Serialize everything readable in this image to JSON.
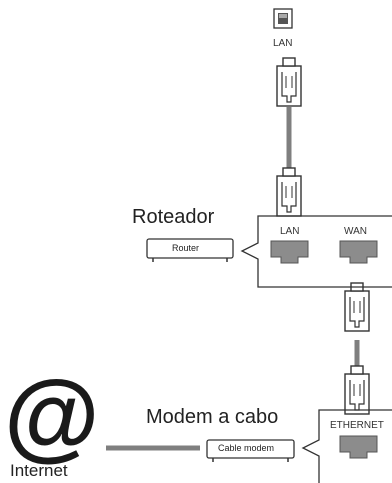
{
  "labels": {
    "lan_top": "LAN",
    "router_title": "Roteador",
    "router_box": "Router",
    "router_lan": "LAN",
    "router_wan": "WAN",
    "modem_title": "Modem a cabo",
    "modem_box": "Cable modem",
    "ethernet": "ETHERNET",
    "internet_symbol": "@",
    "internet": "Internet"
  },
  "icons": {
    "top_port": "lan-port-icon",
    "connector": "rj45-connector-icon",
    "router": "router-device-icon",
    "modem": "cable-modem-icon",
    "internet": "internet-at-icon"
  },
  "colors": {
    "cable": "#7f7f7f",
    "port_fill": "#8c8c8c",
    "outline": "#333333"
  }
}
